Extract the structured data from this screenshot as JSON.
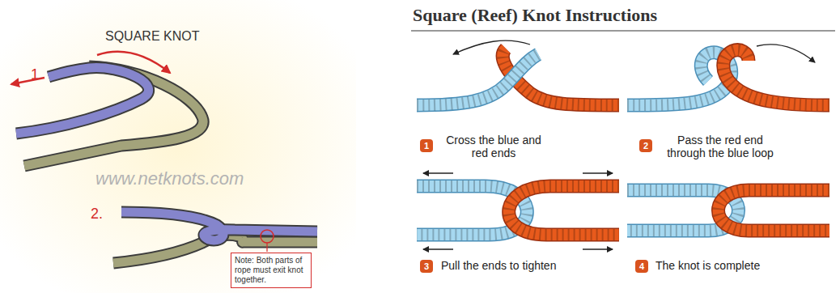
{
  "diagram": {
    "nodes": [
      {
        "text": [
          "Note: Both parts of rope must exit knot together."
        ]
      }
    ],
    "labels": [
      "SQUARE KNOT",
      "1.",
      "2.",
      "www.netknots.com",
      "Square (Reef) Knot Instructions",
      "1",
      "Cross the blue and red ends",
      "2",
      "Pass the red end through the blue loop",
      "3",
      "Pull the ends to tighten",
      "4",
      "The knot is complete"
    ]
  }
}
